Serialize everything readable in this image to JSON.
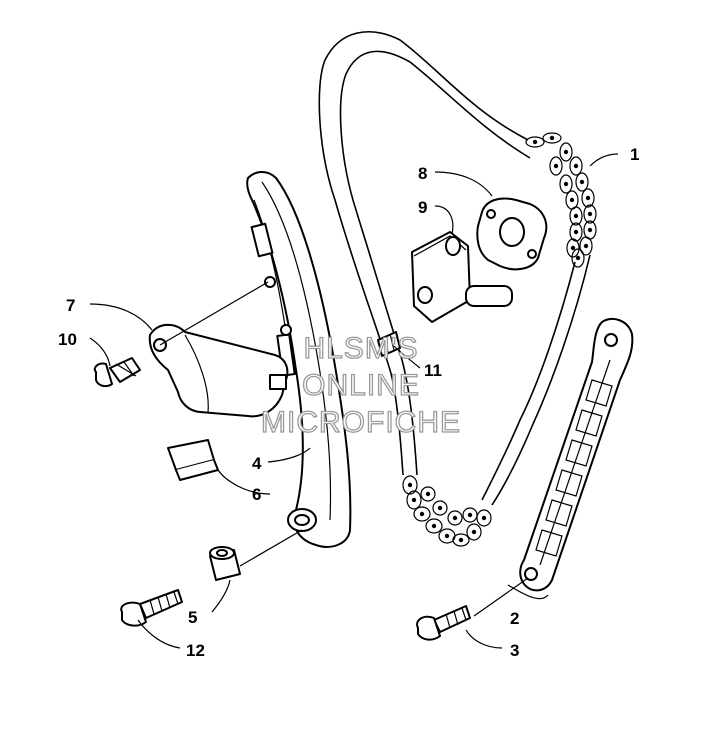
{
  "diagram": {
    "callouts": [
      {
        "id": "c1",
        "label": "1"
      },
      {
        "id": "c2",
        "label": "2"
      },
      {
        "id": "c3",
        "label": "3"
      },
      {
        "id": "c4",
        "label": "4"
      },
      {
        "id": "c5",
        "label": "5"
      },
      {
        "id": "c6",
        "label": "6"
      },
      {
        "id": "c7",
        "label": "7"
      },
      {
        "id": "c8",
        "label": "8"
      },
      {
        "id": "c9",
        "label": "9"
      },
      {
        "id": "c10",
        "label": "10"
      },
      {
        "id": "c11",
        "label": "11"
      },
      {
        "id": "c12",
        "label": "12"
      }
    ]
  },
  "watermark": {
    "line1": "HLSM'S",
    "line2": "ONLINE",
    "line3": "MICROFICHE"
  }
}
